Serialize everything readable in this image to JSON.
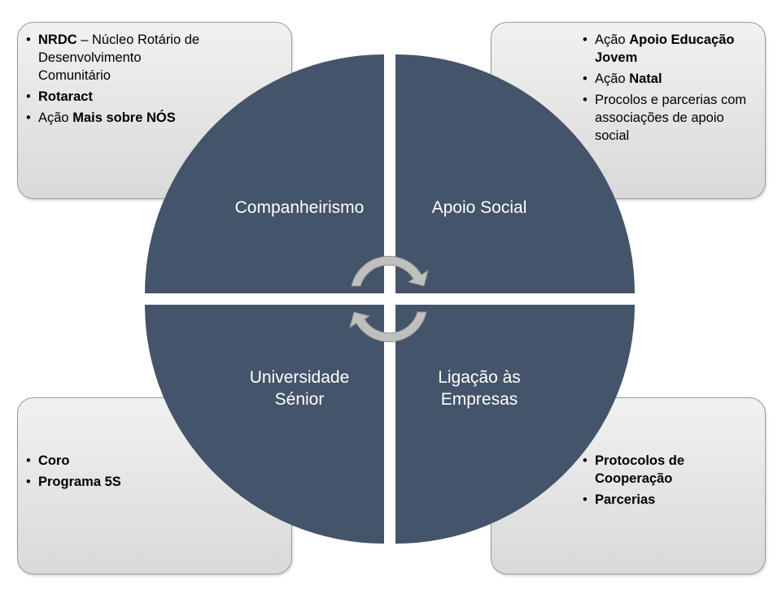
{
  "quadrants": {
    "top_left": {
      "label": "Companheirismo",
      "items": [
        [
          {
            "text": "NRDC",
            "bold": true
          },
          {
            "text": " – Núcleo Rotário de Desenvolvimento Comunitário",
            "bold": false
          }
        ],
        [
          {
            "text": "Rotaract",
            "bold": true
          }
        ],
        [
          {
            "text": "Ação ",
            "bold": false
          },
          {
            "text": "Mais sobre NÓS",
            "bold": true
          }
        ]
      ]
    },
    "top_right": {
      "label": "Apoio Social",
      "items": [
        [
          {
            "text": "Ação ",
            "bold": false
          },
          {
            "text": "Apoio Educação Jovem",
            "bold": true
          }
        ],
        [
          {
            "text": "Ação ",
            "bold": false
          },
          {
            "text": "Natal",
            "bold": true
          }
        ],
        [
          {
            "text": "Procolos e parcerias com associações de apoio social",
            "bold": false
          }
        ]
      ]
    },
    "bottom_left": {
      "label_line1": "Universidade",
      "label_line2": "Sénior",
      "items": [
        [
          {
            "text": "Coro",
            "bold": true
          }
        ],
        [
          {
            "text": "Programa 5S",
            "bold": true
          }
        ]
      ]
    },
    "bottom_right": {
      "label_line1": "Ligação às",
      "label_line2": "Empresas",
      "items": [
        [
          {
            "text": "Protocolos de Cooperação",
            "bold": true
          }
        ],
        [
          {
            "text": "Parcerias",
            "bold": true
          }
        ]
      ]
    }
  },
  "colors": {
    "wheel": "#44546a",
    "arrow": "#bfbfbf",
    "box_fill": "#e3e3e3"
  },
  "icons": [
    "circular-arrows-icon"
  ]
}
